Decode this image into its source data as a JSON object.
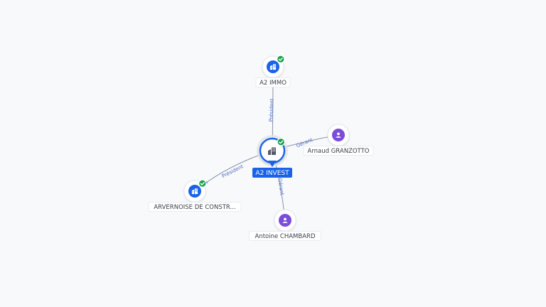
{
  "graph": {
    "nodes": [
      {
        "id": "a2invest",
        "label": "A2 INVEST",
        "kind": "company",
        "central": true,
        "verified": true
      },
      {
        "id": "a2immo",
        "label": "A2 IMMO",
        "kind": "company",
        "central": false,
        "verified": true
      },
      {
        "id": "arvernoise",
        "label": "ARVERNOISE DE CONSTR...",
        "kind": "company",
        "central": false,
        "verified": true
      },
      {
        "id": "granzotto",
        "label": "Arnaud GRANZOTTO",
        "kind": "person",
        "central": false,
        "verified": false
      },
      {
        "id": "chambard",
        "label": "Antoine CHAMBARD",
        "kind": "person",
        "central": false,
        "verified": false
      }
    ],
    "edges": [
      {
        "from": "a2invest",
        "to": "a2immo",
        "label": "Président"
      },
      {
        "from": "a2invest",
        "to": "arvernoise",
        "label": "Président"
      },
      {
        "from": "granzotto",
        "to": "a2invest",
        "label": "Gérant"
      },
      {
        "from": "chambard",
        "to": "a2invest",
        "label": "Gérant"
      }
    ]
  },
  "icons": {
    "company": "building-icon",
    "person": "person-icon",
    "verified": "check-badge-icon"
  },
  "colors": {
    "company": "#1a63e8",
    "person": "#7c4ddb",
    "verified": "#16a34a",
    "edge_label": "#4d6bc9",
    "central_label_bg": "#1a63e8"
  }
}
